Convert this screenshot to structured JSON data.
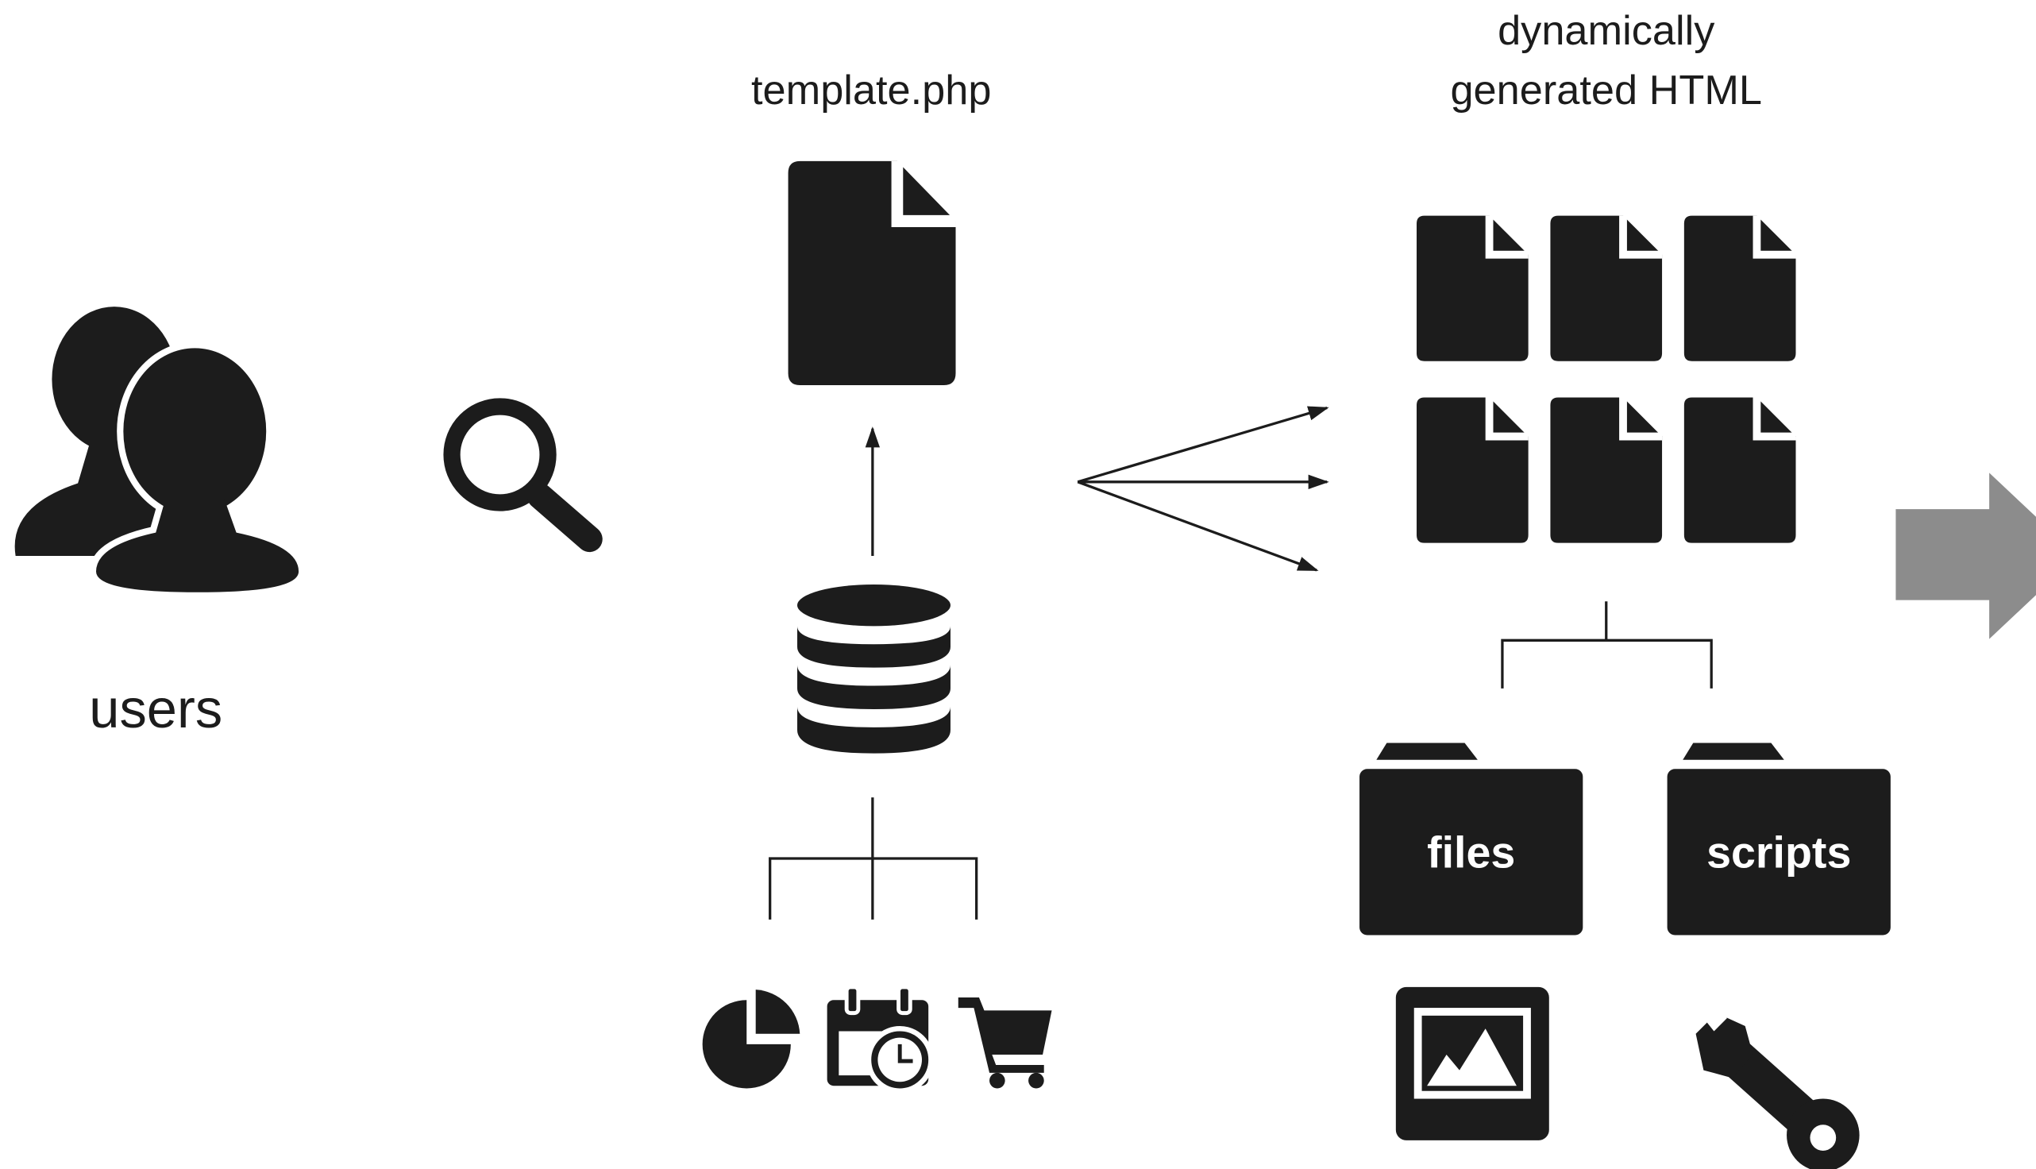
{
  "labels": {
    "users": "users",
    "template": "template.php",
    "generated_line1": "dynamically",
    "generated_line2": "generated HTML",
    "folder_files": "files",
    "folder_scripts": "scripts"
  },
  "icons": [
    "users-icon",
    "search-icon",
    "document-icon",
    "database-icon",
    "pie-chart-icon",
    "calendar-clock-icon",
    "shopping-cart-icon",
    "html-document-icon",
    "folder-icon",
    "image-icon",
    "wrench-icon",
    "arrow-right-icon"
  ],
  "colors": {
    "icon": "#1c1c1c",
    "line": "#1c1c1c",
    "next_arrow": "#8c8c8c",
    "background": "#ffffff"
  }
}
